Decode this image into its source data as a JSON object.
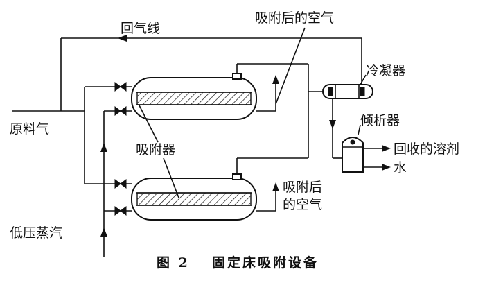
{
  "labels": {
    "return_gas_line": "回气线",
    "adsorbed_air_top": "吸附后的空气",
    "condenser": "冷凝器",
    "feed_gas": "原料气",
    "decanter": "倾析器",
    "recovered_solvent": "回收的溶剂",
    "water": "水",
    "adsorber": "吸附器",
    "adsorbed_air_right_1": "吸附后",
    "adsorbed_air_right_2": "的空气",
    "low_pressure_steam": "低压蒸汽"
  },
  "caption": {
    "figure_number": "图 2",
    "title": "固定床吸附设备"
  }
}
